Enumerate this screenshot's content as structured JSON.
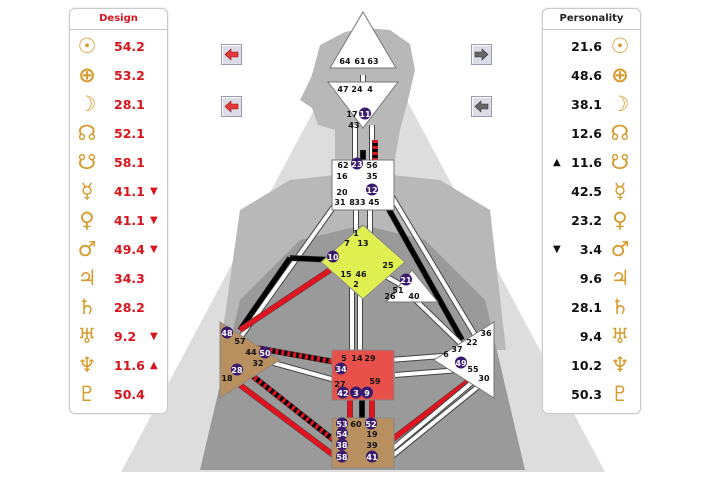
{
  "design": {
    "title": "Design",
    "rows": [
      {
        "icon": "sun-icon",
        "glyph": "☉",
        "value": "54.2",
        "arrow": ""
      },
      {
        "icon": "earth-icon",
        "glyph": "⊕",
        "value": "53.2",
        "arrow": ""
      },
      {
        "icon": "moon-icon",
        "glyph": "☽",
        "value": "28.1",
        "arrow": ""
      },
      {
        "icon": "north-node-icon",
        "glyph": "☊",
        "value": "52.1",
        "arrow": ""
      },
      {
        "icon": "south-node-icon",
        "glyph": "☋",
        "value": "58.1",
        "arrow": ""
      },
      {
        "icon": "mercury-icon",
        "glyph": "☿",
        "value": "41.1",
        "arrow": "▼"
      },
      {
        "icon": "venus-icon",
        "glyph": "♀",
        "value": "41.1",
        "arrow": "▼"
      },
      {
        "icon": "mars-icon",
        "glyph": "♂",
        "value": "49.4",
        "arrow": "▼"
      },
      {
        "icon": "jupiter-icon",
        "glyph": "♃",
        "value": "34.3",
        "arrow": ""
      },
      {
        "icon": "saturn-icon",
        "glyph": "♄",
        "value": "28.2",
        "arrow": ""
      },
      {
        "icon": "uranus-icon",
        "glyph": "♅",
        "value": "9.2",
        "arrow": "▼"
      },
      {
        "icon": "neptune-icon",
        "glyph": "♆",
        "value": "11.6",
        "arrow": "▲"
      },
      {
        "icon": "pluto-icon",
        "glyph": "♇",
        "value": "50.4",
        "arrow": ""
      }
    ]
  },
  "personality": {
    "title": "Personality",
    "rows": [
      {
        "icon": "sun-icon",
        "glyph": "☉",
        "value": "21.6",
        "arrow": ""
      },
      {
        "icon": "earth-icon",
        "glyph": "⊕",
        "value": "48.6",
        "arrow": ""
      },
      {
        "icon": "moon-icon",
        "glyph": "☽",
        "value": "38.1",
        "arrow": ""
      },
      {
        "icon": "north-node-icon",
        "glyph": "☊",
        "value": "12.6",
        "arrow": ""
      },
      {
        "icon": "south-node-icon",
        "glyph": "☋",
        "value": "11.6",
        "arrow": "▲"
      },
      {
        "icon": "mercury-icon",
        "glyph": "☿",
        "value": "42.5",
        "arrow": ""
      },
      {
        "icon": "venus-icon",
        "glyph": "♀",
        "value": "23.2",
        "arrow": ""
      },
      {
        "icon": "mars-icon",
        "glyph": "♂",
        "value": "3.4",
        "arrow": "▼"
      },
      {
        "icon": "jupiter-icon",
        "glyph": "♃",
        "value": "9.6",
        "arrow": ""
      },
      {
        "icon": "saturn-icon",
        "glyph": "♄",
        "value": "28.1",
        "arrow": ""
      },
      {
        "icon": "uranus-icon",
        "glyph": "♅",
        "value": "9.4",
        "arrow": ""
      },
      {
        "icon": "neptune-icon",
        "glyph": "♆",
        "value": "10.2",
        "arrow": ""
      },
      {
        "icon": "pluto-icon",
        "glyph": "♇",
        "value": "50.3",
        "arrow": ""
      }
    ]
  },
  "colors": {
    "design_red": "#e0141e",
    "personality_black": "#111111",
    "planet_gold": "#d69a2d",
    "activated_gate": "#3a1a6e",
    "ajna_green": "#e0f050",
    "sacral_red": "#e8504a",
    "motor_brown": "#b89060"
  },
  "gates": {
    "head": [
      "64",
      "61",
      "63"
    ],
    "ajna": [
      "47",
      "24",
      "4",
      "17",
      "11",
      "43"
    ],
    "throat": [
      "62",
      "23",
      "56",
      "16",
      "35",
      "20",
      "12",
      "31",
      "8",
      "33",
      "45"
    ],
    "g_center": [
      "1",
      "7",
      "10",
      "13",
      "25",
      "15",
      "46",
      "2"
    ],
    "heart": [
      "21",
      "51",
      "26",
      "40"
    ],
    "spleen": [
      "48",
      "57",
      "44",
      "50",
      "32",
      "28",
      "18"
    ],
    "sacral": [
      "5",
      "14",
      "29",
      "34",
      "27",
      "59",
      "42",
      "3",
      "9"
    ],
    "solar_plexus": [
      "36",
      "22",
      "6",
      "37",
      "49",
      "55",
      "30"
    ],
    "root": [
      "53",
      "60",
      "52",
      "54",
      "19",
      "38",
      "39",
      "58",
      "41"
    ],
    "activated": [
      "11",
      "23",
      "12",
      "10",
      "21",
      "48",
      "50",
      "28",
      "34",
      "42",
      "3",
      "9",
      "53",
      "54",
      "38",
      "58",
      "52",
      "41",
      "49"
    ]
  }
}
